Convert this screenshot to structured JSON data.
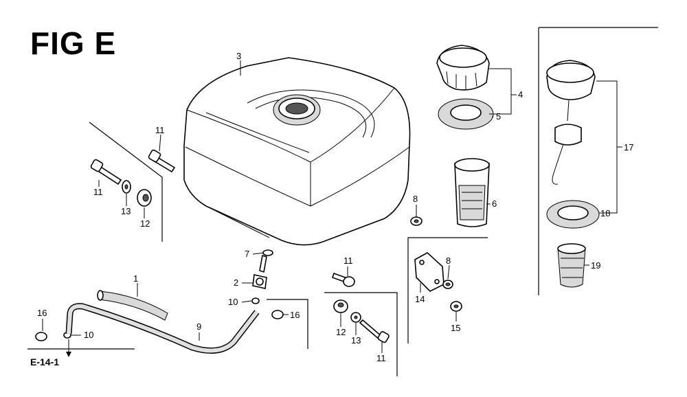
{
  "figure": {
    "title": "FIG E",
    "reference": "E-14-1"
  },
  "callouts": [
    {
      "id": "c1",
      "label": "1"
    },
    {
      "id": "c2",
      "label": "2"
    },
    {
      "id": "c3",
      "label": "3"
    },
    {
      "id": "c4",
      "label": "4"
    },
    {
      "id": "c5",
      "label": "5"
    },
    {
      "id": "c6",
      "label": "6"
    },
    {
      "id": "c7",
      "label": "7"
    },
    {
      "id": "c8a",
      "label": "8"
    },
    {
      "id": "c8b",
      "label": "8"
    },
    {
      "id": "c9",
      "label": "9"
    },
    {
      "id": "c10a",
      "label": "10"
    },
    {
      "id": "c10b",
      "label": "10"
    },
    {
      "id": "c11a",
      "label": "11"
    },
    {
      "id": "c11b",
      "label": "11"
    },
    {
      "id": "c11c",
      "label": "11"
    },
    {
      "id": "c11d",
      "label": "11"
    },
    {
      "id": "c12a",
      "label": "12"
    },
    {
      "id": "c12b",
      "label": "12"
    },
    {
      "id": "c13a",
      "label": "13"
    },
    {
      "id": "c13b",
      "label": "13"
    },
    {
      "id": "c14",
      "label": "14"
    },
    {
      "id": "c15",
      "label": "15"
    },
    {
      "id": "c16a",
      "label": "16"
    },
    {
      "id": "c16b",
      "label": "16"
    },
    {
      "id": "c17",
      "label": "17"
    },
    {
      "id": "c18",
      "label": "18"
    },
    {
      "id": "c19",
      "label": "19"
    }
  ]
}
